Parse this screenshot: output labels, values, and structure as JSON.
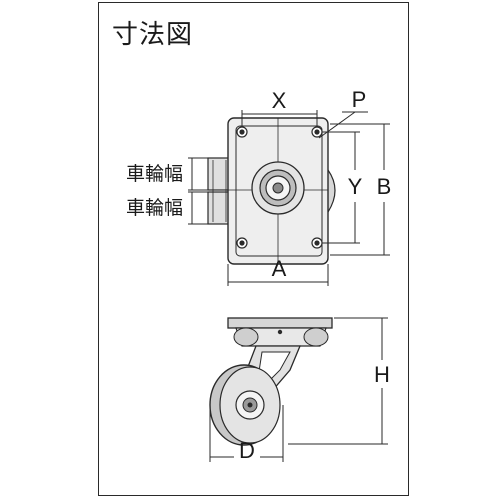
{
  "title": "寸法図",
  "top_view": {
    "labels": {
      "x": "X",
      "p": "P",
      "y": "Y",
      "b": "B",
      "a": "A",
      "wheel_width_1": "車輪幅",
      "wheel_width_2": "車輪幅"
    }
  },
  "side_view": {
    "labels": {
      "h": "H",
      "d": "D"
    }
  },
  "colors": {
    "line": "#2a2a2a",
    "fill_light": "#e6e6e6",
    "fill_mid": "#bdbdbd",
    "fill_dark": "#8a8a8a"
  }
}
